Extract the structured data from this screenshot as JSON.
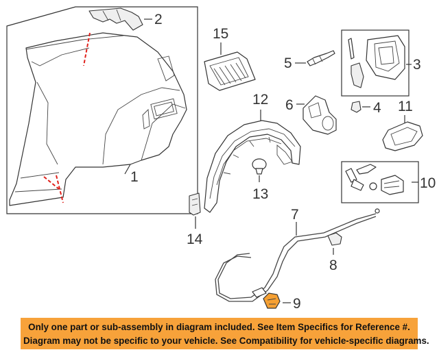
{
  "callouts": {
    "c1": "1",
    "c2": "2",
    "c3": "3",
    "c4": "4",
    "c5": "5",
    "c6": "6",
    "c7": "7",
    "c8": "8",
    "c9": "9",
    "c10": "10",
    "c11": "11",
    "c12": "12",
    "c13": "13",
    "c14": "14",
    "c15": "15"
  },
  "notice": {
    "line1": "Only one part or sub-assembly in diagram included. See Item Specifics for Reference #.",
    "line2": "Diagram may not be specific to your vehicle. See Compatibility for vehicle-specific diagrams."
  },
  "colors": {
    "banner": "#f7a23a",
    "cut_line": "#e0201a",
    "highlight_part": "#f5a033"
  }
}
